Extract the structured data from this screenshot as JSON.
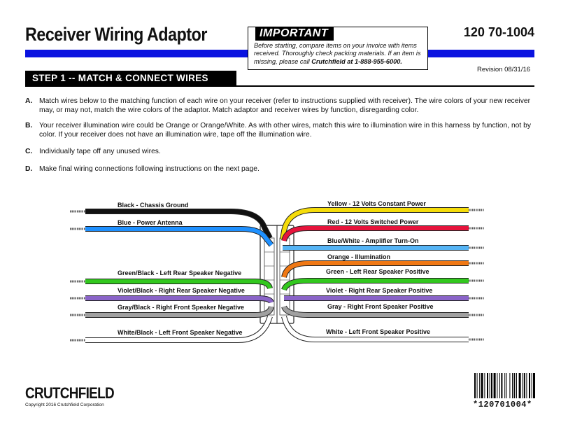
{
  "header": {
    "title": "Receiver Wiring Adaptor",
    "part_number": "120 70-1004",
    "revision": "Revision 08/31/16",
    "colors": {
      "accent_blue": "#0a13e0"
    }
  },
  "important": {
    "label": "IMPORTANT",
    "text_before": "Before starting, compare items on your invoice with items received.  Thoroughly check packing materials.  If an item is missing, please call ",
    "text_bold": "Crutchfield at 1-888-955-6000."
  },
  "step": {
    "banner": "STEP 1 -- MATCH & CONNECT WIRES"
  },
  "instructions": [
    {
      "letter": "A.",
      "text": "Match wires below to the matching function of each wire on your receiver (refer to instructions supplied with receiver).  The wire colors of your new receiver may, or may not, match the wire colors of the adaptor.  Match adaptor and receiver wires by function, disregarding color."
    },
    {
      "letter": "B.",
      "text": "Your receiver illumination wire could be Orange or Orange/White.  As with other wires, match this wire to illumination wire in this harness by function, not by color.  If your receiver does not have an illumination wire, tape off the illumination wire."
    },
    {
      "letter": "C.",
      "text": "Individually tape off any unused wires."
    },
    {
      "letter": "D.",
      "text": "Make final wiring connections following instructions on the next page."
    }
  ],
  "wires": {
    "left": [
      {
        "label": "Black - Chassis Ground",
        "color": "#111111"
      },
      {
        "label": "Blue - Power Antenna",
        "color": "#1e90ff"
      },
      {
        "label": "Green/Black - Left Rear Speaker Negative",
        "color": "#32c81e"
      },
      {
        "label": "Violet/Black - Right Rear Speaker Negative",
        "color": "#8a64c8"
      },
      {
        "label": "Gray/Black - Right Front Speaker Negative",
        "color": "#a0a0a0"
      },
      {
        "label": "White/Black - Left Front Speaker Negative",
        "color": "#ffffff"
      }
    ],
    "right": [
      {
        "label": "Yellow - 12 Volts Constant Power",
        "color": "#f5dc0a"
      },
      {
        "label": "Red - 12 Volts Switched Power",
        "color": "#e6143c"
      },
      {
        "label": "Blue/White - Amplifier Turn-On",
        "color": "#55b4f5"
      },
      {
        "label": "Orange - Illumination",
        "color": "#f07814"
      },
      {
        "label": "Green - Left Rear Speaker Positive",
        "color": "#32c81e"
      },
      {
        "label": "Violet - Right Rear Speaker Positive",
        "color": "#8a64c8"
      },
      {
        "label": "Gray - Right Front Speaker Positive",
        "color": "#a0a0a0"
      },
      {
        "label": "White - Left Front Speaker Positive",
        "color": "#ffffff"
      }
    ]
  },
  "footer": {
    "logo": "CRUTCHFIELD",
    "copyright": "Copyright 2016  Crutchfield Corporation",
    "barcode_text": "*120701004*"
  }
}
